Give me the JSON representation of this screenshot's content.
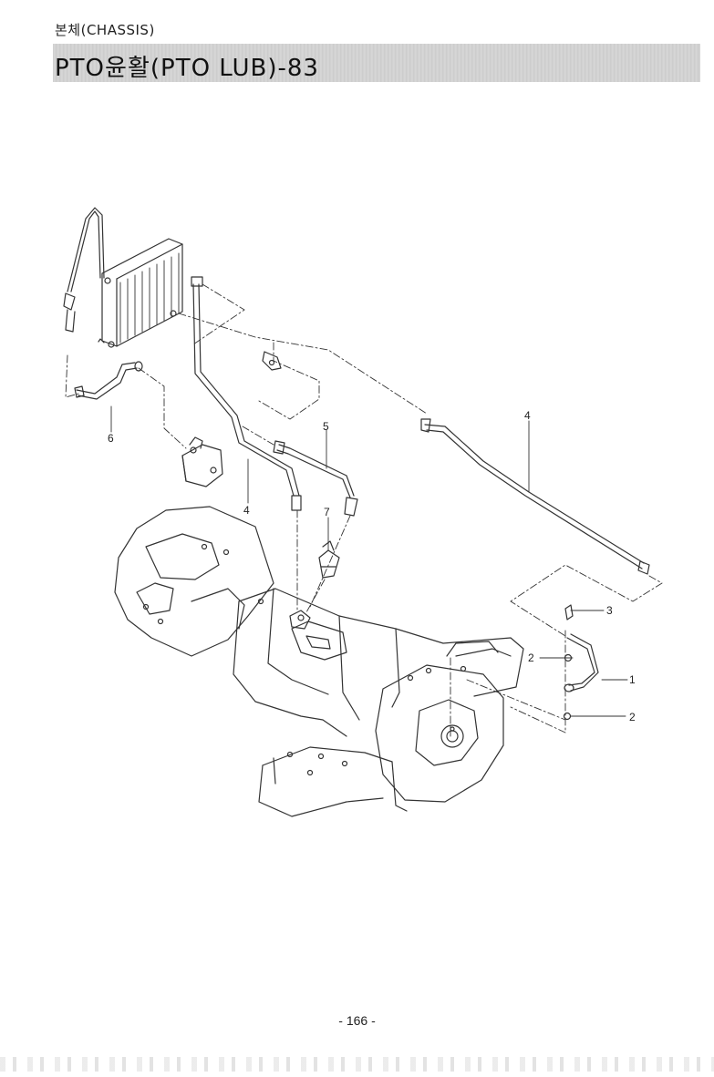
{
  "header": {
    "section": "본체(CHASSIS)",
    "title": "PTO윤활(PTO LUB)-83"
  },
  "diagram": {
    "callouts": [
      {
        "id": "c1",
        "label": "1"
      },
      {
        "id": "c2a",
        "label": "2"
      },
      {
        "id": "c2b",
        "label": "2"
      },
      {
        "id": "c3",
        "label": "3"
      },
      {
        "id": "c4a",
        "label": "4"
      },
      {
        "id": "c4b",
        "label": "4"
      },
      {
        "id": "c5",
        "label": "5"
      },
      {
        "id": "c6",
        "label": "6"
      },
      {
        "id": "c7",
        "label": "7"
      }
    ]
  },
  "footer": {
    "page_number": "- 166 -"
  }
}
